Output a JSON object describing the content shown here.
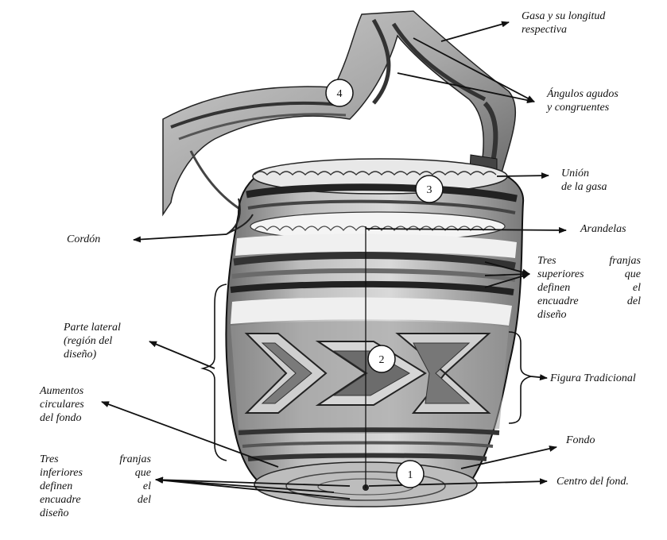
{
  "labels": {
    "gasa": [
      "Gasa y su longitud",
      "respectiva"
    ],
    "angulos": [
      "Ángulos agudos",
      "y congruentes"
    ],
    "union": [
      "Unión",
      "de la gasa"
    ],
    "arandelas": "Arandelas",
    "cordon": "Cordón",
    "tres_superiores": [
      "Tres franjas",
      "superiores que",
      "definen el",
      "encuadre del",
      "diseño"
    ],
    "parte_lateral": [
      "Parte lateral",
      "(región del",
      "diseño)"
    ],
    "figura_tradicional": "Figura Tradicional",
    "aumentos": [
      "Aumentos",
      "circulares",
      "del fondo"
    ],
    "fondo": "Fondo",
    "tres_inferiores": [
      "Tres franjas",
      "inferiores que",
      "definen el",
      "encuadre del",
      "diseño"
    ],
    "centro": "Centro del fond."
  },
  "markers": [
    "1",
    "2",
    "3",
    "4"
  ],
  "colors": {
    "ink": "#111111",
    "paper": "#ffffff",
    "shade": "#8a8a8a",
    "dark": "#3a3a3a"
  }
}
